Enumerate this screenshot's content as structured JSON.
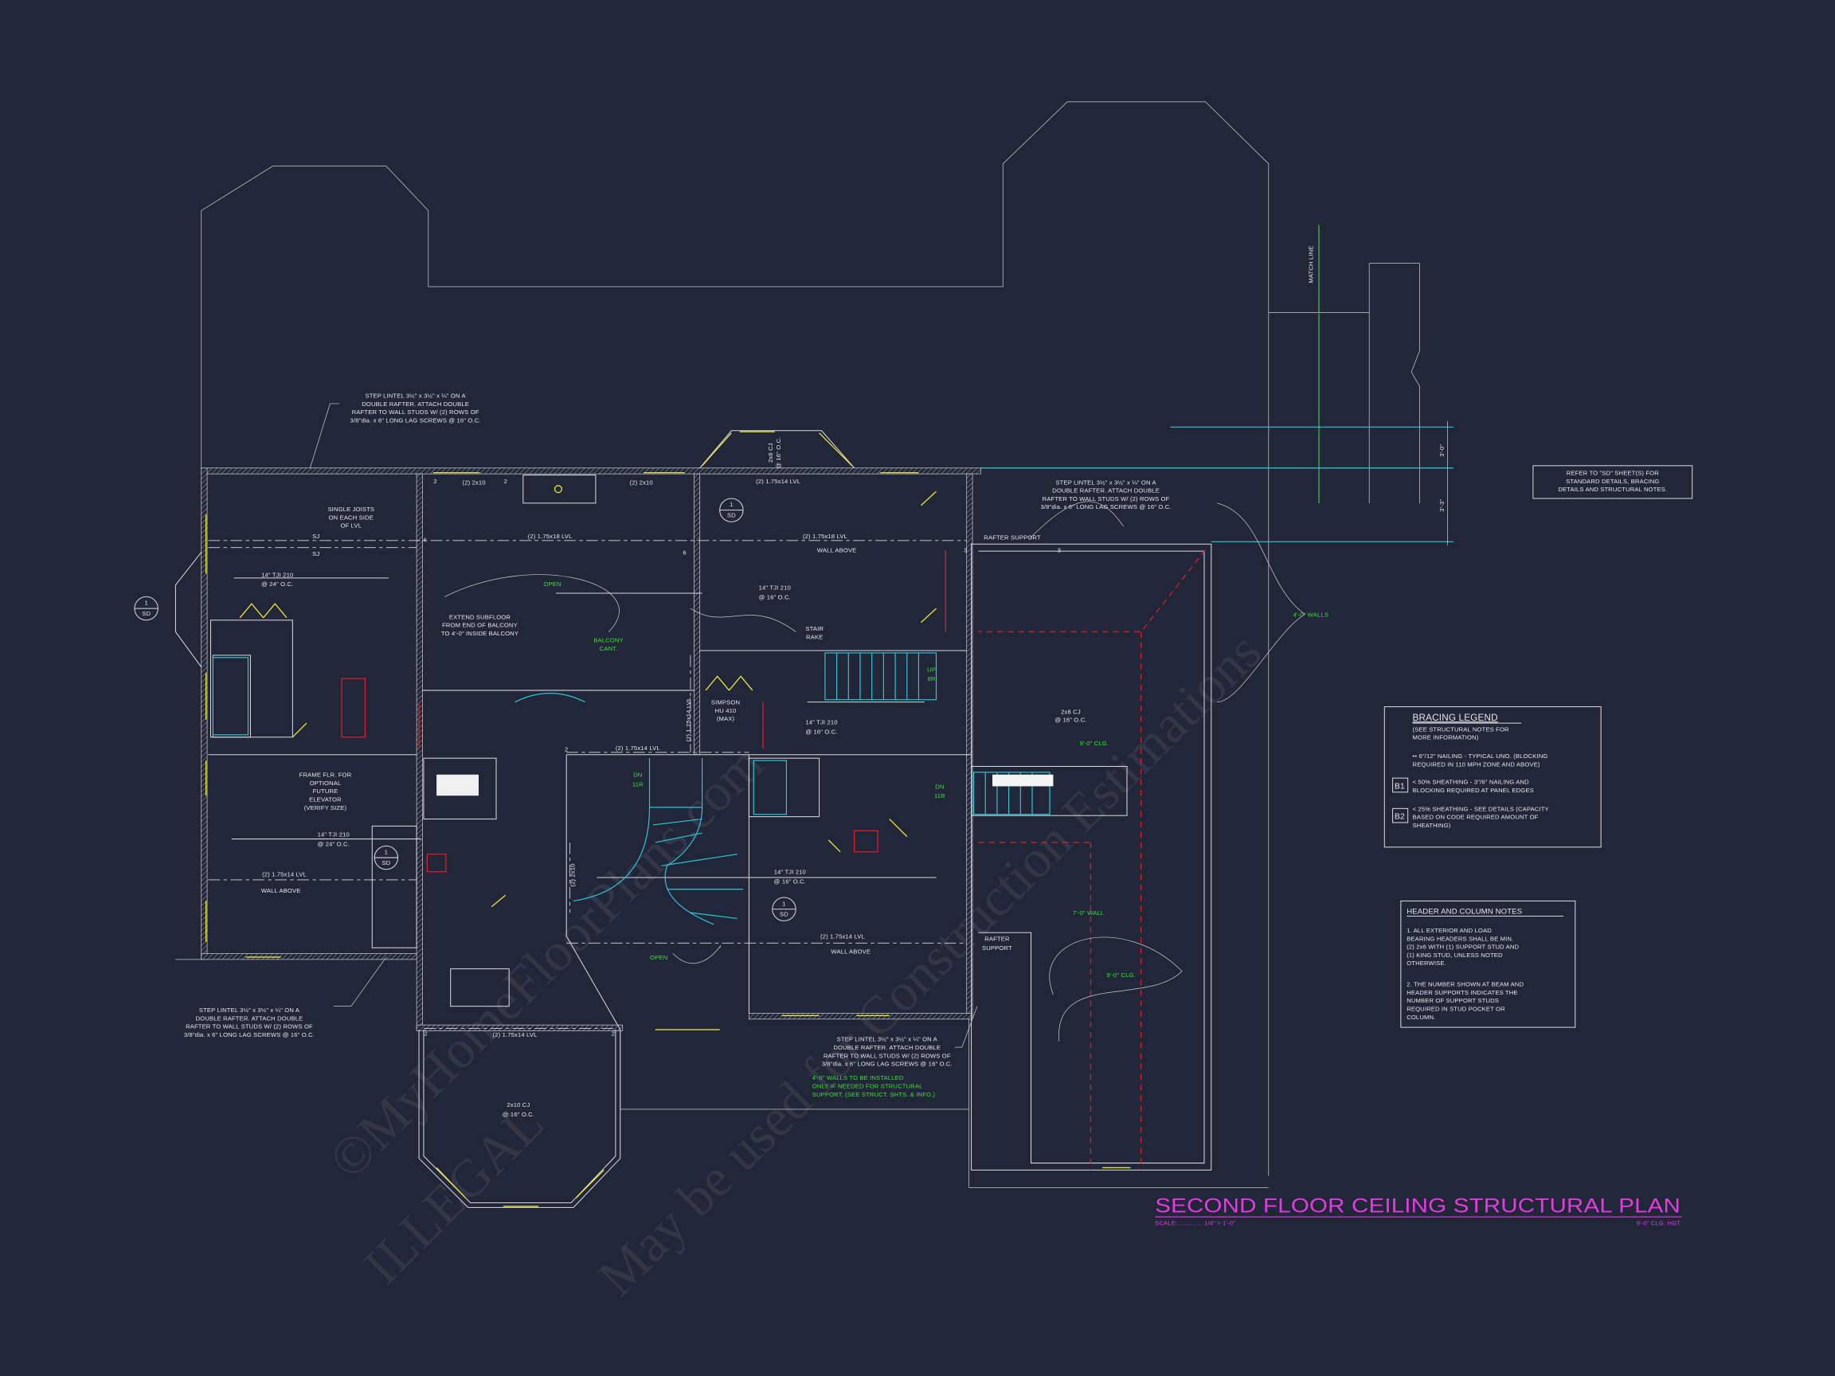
{
  "title": {
    "main": "SECOND FLOOR CEILING STRUCTURAL PLAN",
    "scale": "SCALE: ............. 1/4\" = 1'-0\"",
    "ceiling_height": "9'-0\" CLG. HGT."
  },
  "watermark": {
    "line1": "©MyHomeFloorPlans.com",
    "line2": "ILLEGAL",
    "line3": "May be used for Construction Estimations"
  },
  "colors": {
    "background": "#222639",
    "title": "#e43be0",
    "note_green": "#3ee03a",
    "stair": "#2ec6d6",
    "window": "#e6e43a",
    "ridge": "#d0202e"
  },
  "step_lintel": [
    "STEP LINTEL 3½\" x 3½\" x ¼\" ON A",
    "DOUBLE RAFTER.  ATTACH DOUBLE",
    "RAFTER TO WALL STUDS W/ (2) ROWS OF",
    "3/8\"dia. x 6\" LONG LAG SCREWS @ 16\" O.C."
  ],
  "wall_note": [
    "4'-0\" WALLS TO BE INSTALLED",
    "ONLY IF NEEDED FOR STRUCTURAL",
    "SUPPORT. (SEE STRUCT. SHTS. & INFO.)"
  ],
  "single_joists": [
    "SINGLE JOISTS",
    "ON EACH SIDE",
    "OF LVL"
  ],
  "extend_subfloor": [
    "EXTEND SUBFLOOR",
    "FROM END OF BALCONY",
    "TO 4'-0\" INSIDE BALCONY"
  ],
  "balcony": [
    "BALCONY",
    "CANT."
  ],
  "stair_rake": [
    "STAIR",
    "RAKE"
  ],
  "simpson": [
    "SIMPSON",
    "HU 410",
    "(MAX)"
  ],
  "elevator": [
    "FRAME FLR. FOR",
    "OPTIONAL",
    "FUTURE",
    "ELEVATOR",
    "(VERIFY SIZE)"
  ],
  "refer_sd": [
    "REFER TO \"SD\" SHEET(S) FOR",
    "STANDARD DETAILS, BRACING",
    "DETAILS AND STRUCTURAL NOTES."
  ],
  "members": {
    "two_2x10": "(2) 2x10",
    "lvl_14": "(2) 1.75x14 LVL",
    "lvl_18": "(2) 1.75x18 LVL",
    "wall_above": "WALL ABOVE",
    "rafter_support": "RAFTER SUPPORT",
    "rafter": "RAFTER",
    "support": "SUPPORT",
    "tji": "14\" TJI 210",
    "oc24": "@ 24\" O.C.",
    "oc16": "@ 16\" O.C.",
    "cj_2x8": "2x8 CJ",
    "cj_2x10": "2x10 CJ",
    "sj": "SJ",
    "open": "OPEN",
    "walls_4": "4'-0\" WALLS",
    "clg_9": "9'-0\" CLG.",
    "wall_7": "7'-0\" WALL",
    "dn": "DN",
    "r11": "11R",
    "up": "UP",
    "r8": "8R",
    "match_line": "MATCH LINE",
    "dim_3_0": "3'-0\"",
    "dim_3_3": "3'-3\"",
    "sd_num": "1",
    "sd": "SD",
    "post2": "2",
    "post3": "3",
    "post4": "4",
    "post6": "6"
  },
  "bracing_legend": {
    "title": "BRACING LEGEND",
    "sub": [
      "(SEE STRUCTURAL NOTES FOR",
      "MORE INFORMATION)"
    ],
    "typical": [
      "•• 6\"/12\" NAILING - TYPICAL UNO. (BLOCKING",
      "REQUIRED IN 110 MPH ZONE AND ABOVE)"
    ],
    "b1_tag": "B1",
    "b1": [
      "< 50% SHEATHING - 3\"/6\" NAILING AND",
      "BLOCKING REQUIRED AT PANEL EDGES"
    ],
    "b2_tag": "B2",
    "b2": [
      "< 25% SHEATHING - SEE DETAILS (CAPACITY",
      "BASED ON CODE REQUIRED AMOUNT OF",
      "SHEATHING)"
    ]
  },
  "header_notes": {
    "title": "HEADER AND COLUMN NOTES",
    "lines": [
      "1. ALL EXTERIOR AND LOAD",
      "BEARING HEADERS SHALL BE MIN.",
      "(2) 2x6 WITH (1) SUPPORT STUD AND",
      "(1) KING STUD, UNLESS NOTED",
      "OTHERWISE.",
      "2. THE NUMBER SHOWN AT BEAM AND",
      "HEADER SUPPORTS INDICATES THE",
      "NUMBER OF SUPPORT STUDS",
      "REQUIRED IN STUD POCKET OR",
      "COLUMN."
    ]
  }
}
